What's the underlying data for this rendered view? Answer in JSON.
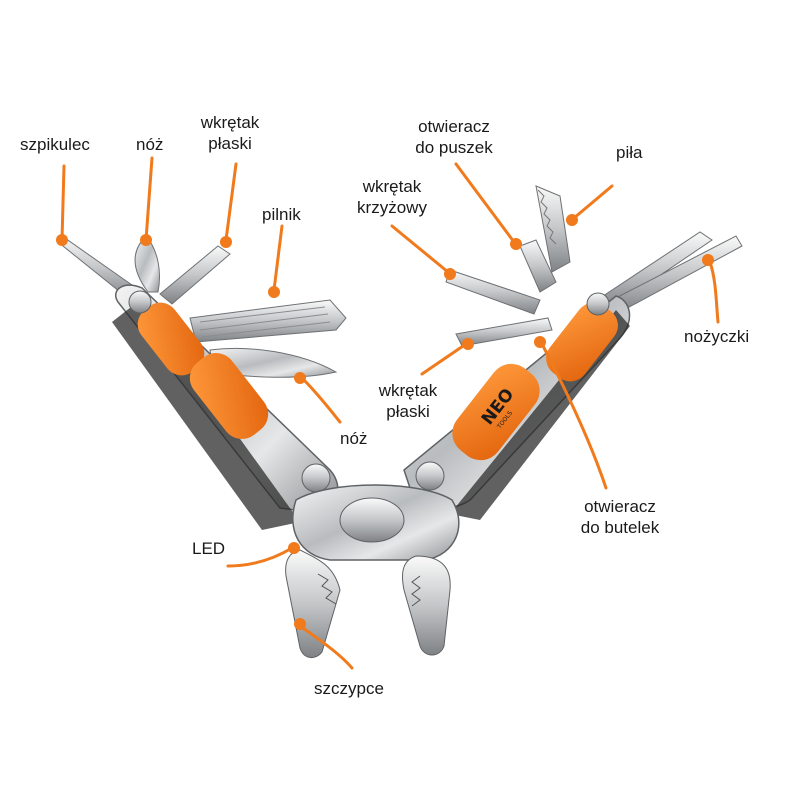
{
  "accent": "#f07a1c",
  "labels": {
    "szpikulec": "szpikulec",
    "noz_top": "nóż",
    "wkretak_plaski_top_1": "wkrętak",
    "wkretak_plaski_top_2": "płaski",
    "pilnik": "pilnik",
    "otwieracz_puszek_1": "otwieracz",
    "otwieracz_puszek_2": "do puszek",
    "pila": "piła",
    "wkretak_krzyzowy_1": "wkrętak",
    "wkretak_krzyzowy_2": "krzyżowy",
    "nozyczki": "nożyczki",
    "wkretak_plaski_mid_1": "wkrętak",
    "wkretak_plaski_mid_2": "płaski",
    "noz_mid": "nóż",
    "otwieracz_butelek_1": "otwieracz",
    "otwieracz_butelek_2": "do butelek",
    "led": "LED",
    "szczypce": "szczypce"
  },
  "brand": {
    "logo_text": "NEO",
    "logo_sub": "TOOLS"
  }
}
